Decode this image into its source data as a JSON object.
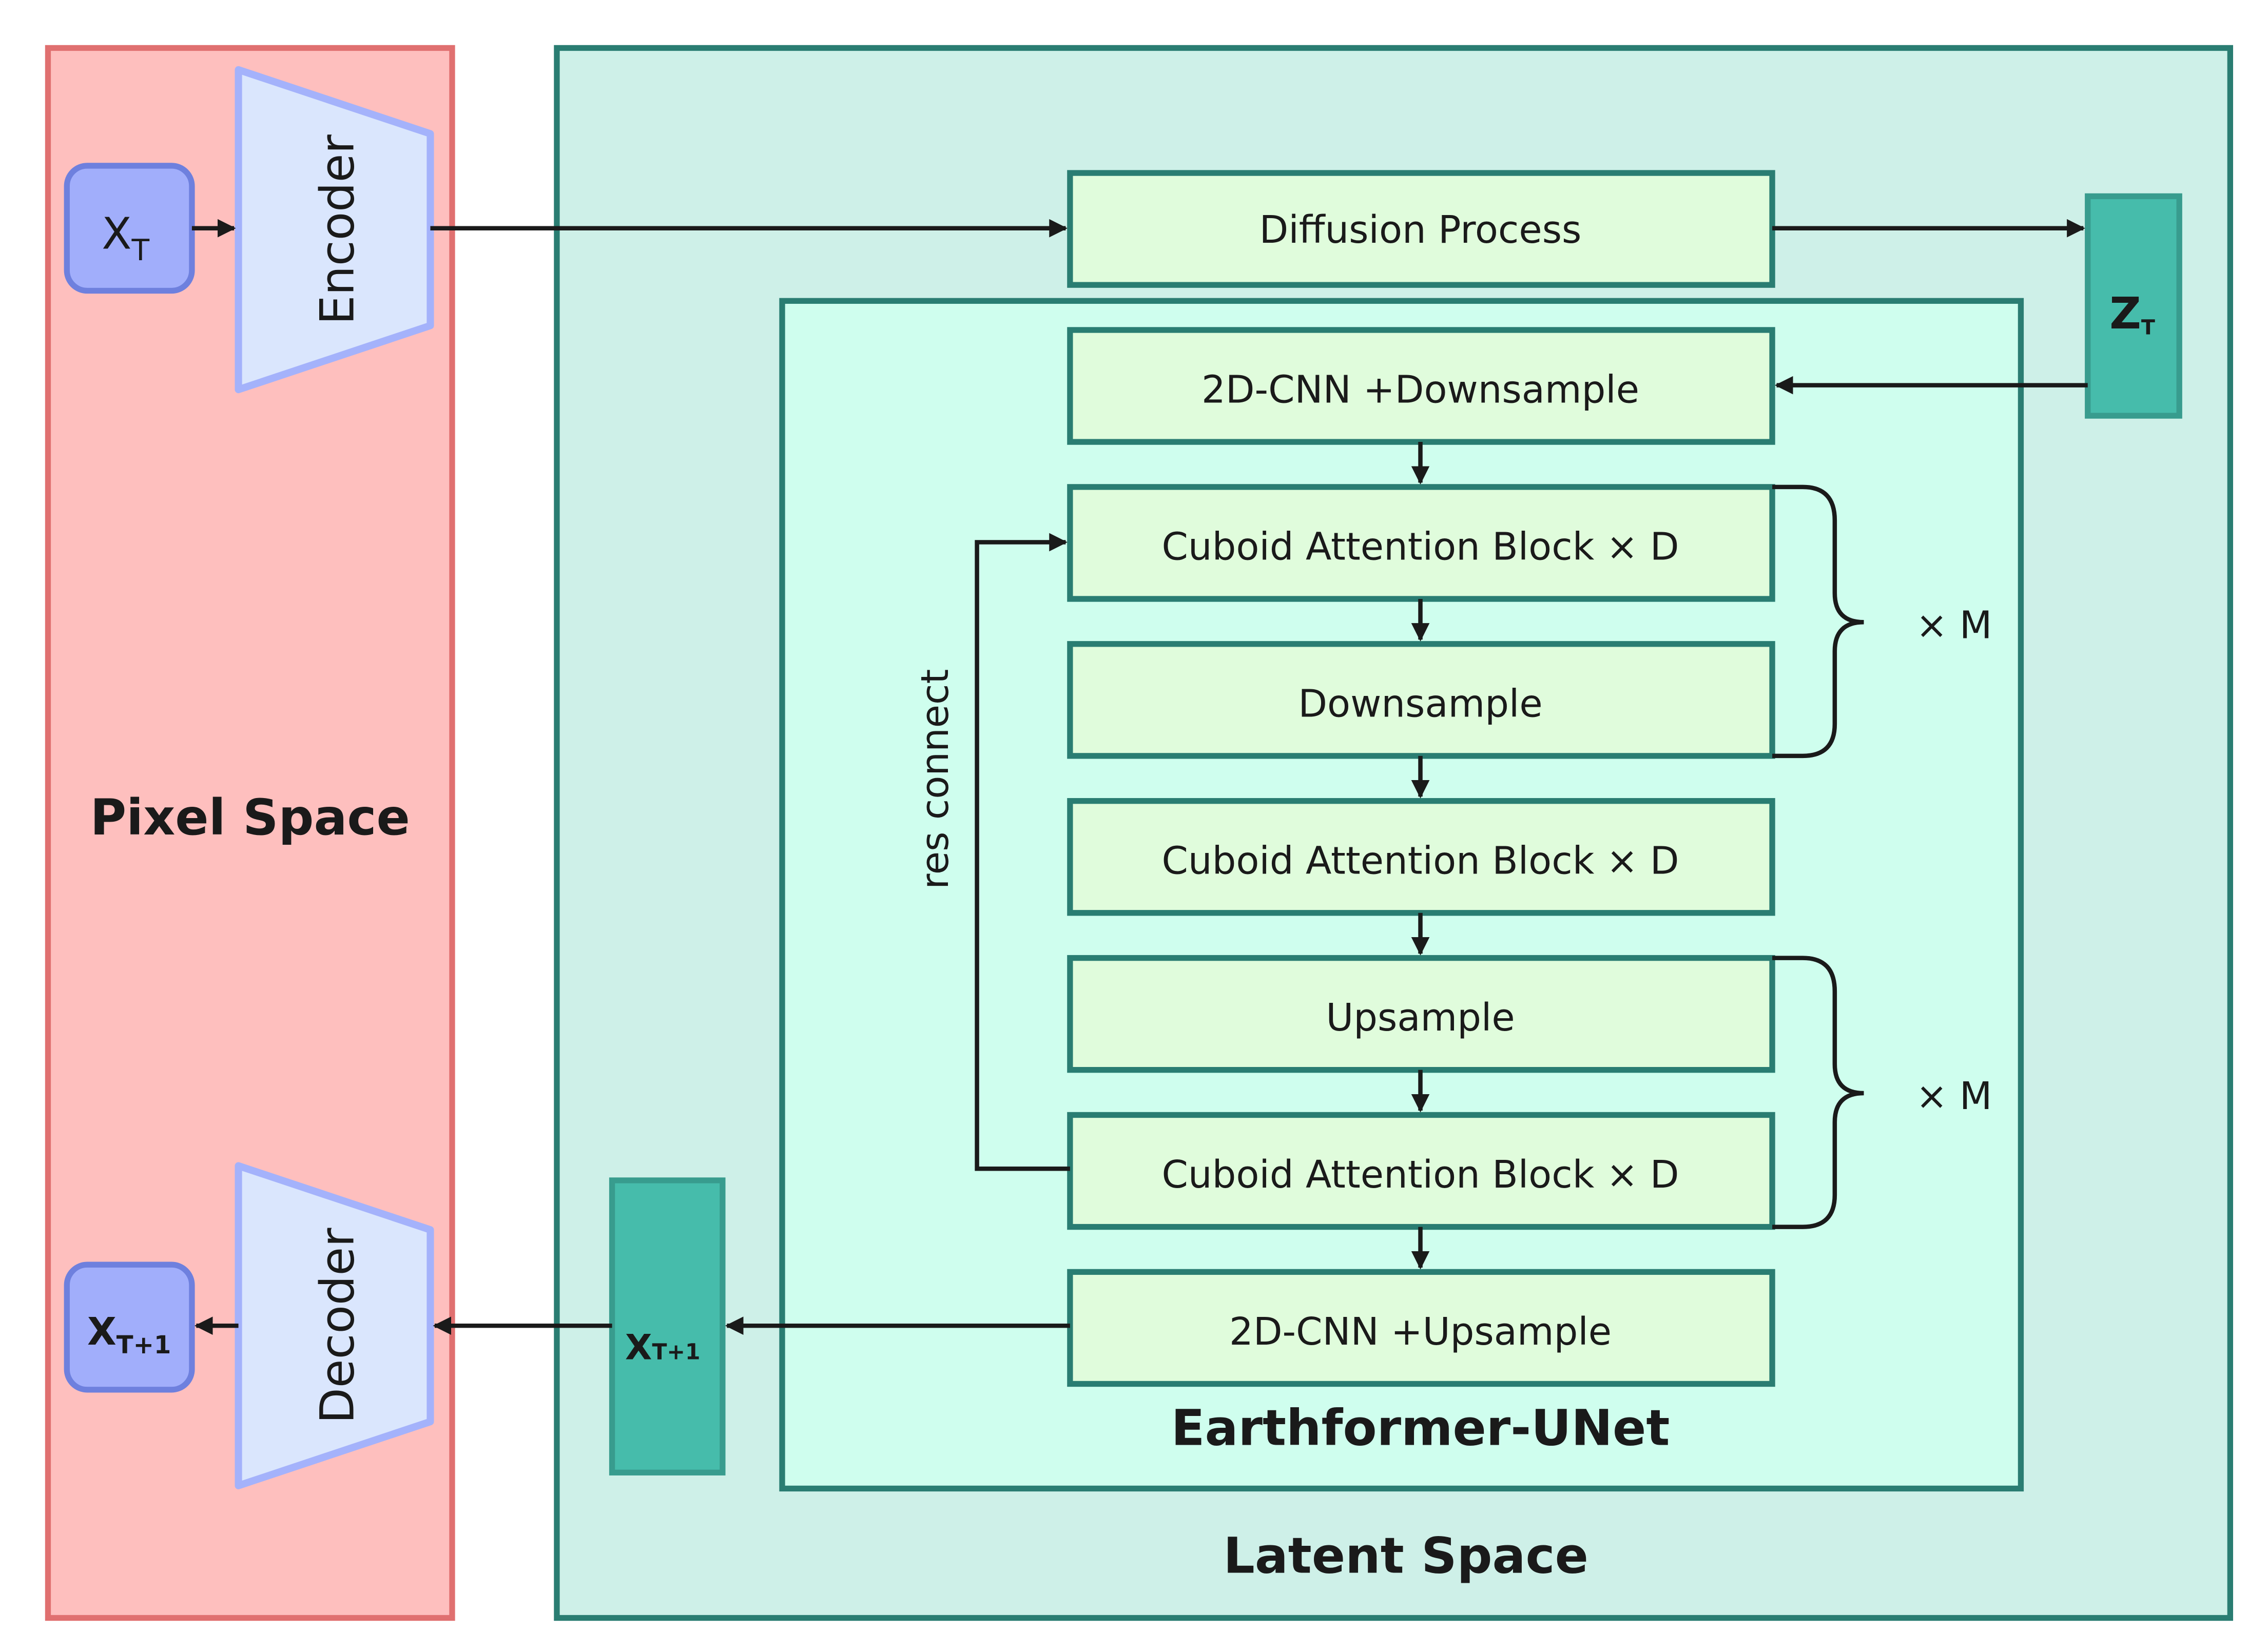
{
  "pixel_space": {
    "label": "Pixel Space",
    "fill": "#FEBFBE",
    "stroke": "#E07070",
    "input": {
      "main": "X",
      "sub": "T"
    },
    "output": {
      "main": "X",
      "sub": "T+1"
    },
    "encoder_label": "Encoder",
    "decoder_label": "Decoder"
  },
  "latent_space": {
    "label": "Latent Space",
    "fill": "#CEF0E8",
    "stroke": "#2A7D72",
    "z_node": {
      "main": "Z",
      "sub": "T"
    },
    "x_node": {
      "main": "X",
      "sub": "T+1"
    },
    "diffusion_label": "Diffusion Process"
  },
  "unet": {
    "label": "Earthformer-UNet",
    "fill": "#CFFEEE",
    "blocks": [
      "2D-CNN  +Downsample",
      "Cuboid Attention Block × D",
      "Downsample",
      "Cuboid Attention Block × D",
      "Upsample",
      "Cuboid Attention Block × D",
      "2D-CNN  +Upsample"
    ],
    "repeat_labels": [
      "× M",
      "× M"
    ],
    "res_connect_label": "res connect"
  },
  "colors": {
    "block_fill": "#E0FCDC",
    "block_stroke": "#2A7D72",
    "node_fill": "#46BCAB",
    "node_stroke": "#389C8E",
    "io_fill": "#A1AEFB",
    "io_stroke": "#6E80DE",
    "trap_fill": "#DAE6FD",
    "trap_stroke": "#A4B2FB",
    "arrow": "#1a1a1a"
  }
}
